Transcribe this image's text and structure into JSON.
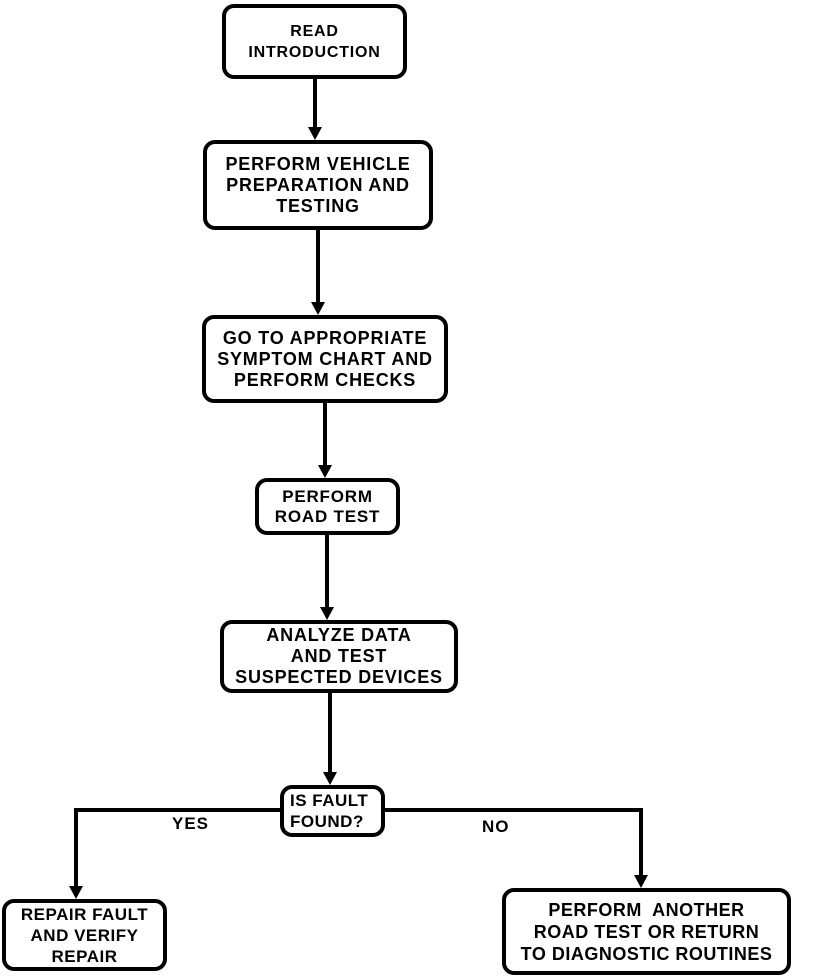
{
  "diagram": {
    "type": "flowchart",
    "background_color": "#ffffff",
    "ink_color": "#000000",
    "nodes": [
      {
        "id": "read-introduction",
        "lines": [
          "READ",
          "INTRODUCTION"
        ]
      },
      {
        "id": "vehicle-preparation",
        "lines": [
          "PERFORM VEHICLE",
          "PREPARATION AND",
          "TESTING"
        ]
      },
      {
        "id": "symptom-chart",
        "lines": [
          "GO TO APPROPRIATE",
          "SYMPTOM CHART AND",
          "PERFORM CHECKS"
        ]
      },
      {
        "id": "road-test",
        "lines": [
          "PERFORM",
          "ROAD TEST"
        ]
      },
      {
        "id": "analyze-data",
        "lines": [
          "ANALYZE DATA",
          "AND TEST",
          "SUSPECTED DEVICES"
        ]
      },
      {
        "id": "is-fault-found",
        "lines": [
          "IS FAULT",
          "FOUND?"
        ]
      },
      {
        "id": "repair-fault",
        "lines": [
          "REPAIR FAULT",
          "AND VERIFY",
          "REPAIR"
        ]
      },
      {
        "id": "perform-another",
        "lines": [
          "PERFORM  ANOTHER",
          "ROAD TEST OR RETURN",
          "TO DIAGNOSTIC ROUTINES"
        ]
      }
    ],
    "edge_labels": {
      "yes": "YES",
      "no": "NO"
    }
  }
}
